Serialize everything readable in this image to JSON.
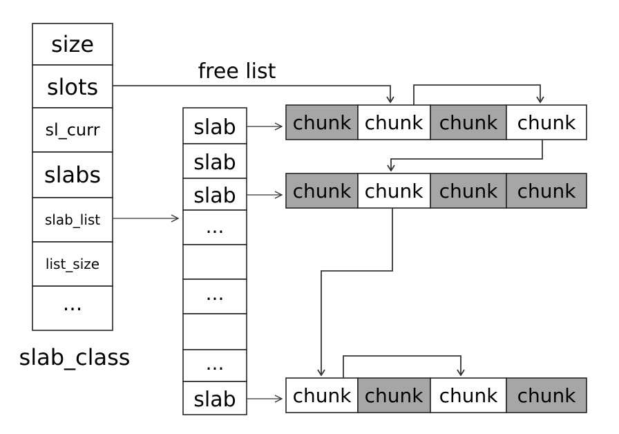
{
  "slab_class": {
    "title": "slab_class",
    "fields": [
      {
        "label": "size"
      },
      {
        "label": "slots"
      },
      {
        "label": "sl_curr"
      },
      {
        "label": "slabs"
      },
      {
        "label": "slab_list"
      },
      {
        "label": "list_size"
      },
      {
        "label": "..."
      }
    ]
  },
  "free_list_label": "free list",
  "slab_list": {
    "cells": [
      {
        "label": "slab"
      },
      {
        "label": "slab"
      },
      {
        "label": "slab"
      },
      {
        "label": "..."
      },
      {
        "label": ""
      },
      {
        "label": "..."
      },
      {
        "label": ""
      },
      {
        "label": "..."
      },
      {
        "label": "slab"
      }
    ]
  },
  "chunk_rows": [
    {
      "chunks": [
        {
          "label": "chunk",
          "state": "used"
        },
        {
          "label": "chunk",
          "state": "free"
        },
        {
          "label": "chunk",
          "state": "used"
        },
        {
          "label": "chunk",
          "state": "free"
        }
      ]
    },
    {
      "chunks": [
        {
          "label": "chunk",
          "state": "used"
        },
        {
          "label": "chunk",
          "state": "free"
        },
        {
          "label": "chunk",
          "state": "used"
        },
        {
          "label": "chunk",
          "state": "used"
        }
      ]
    },
    {
      "chunks": [
        {
          "label": "chunk",
          "state": "free"
        },
        {
          "label": "chunk",
          "state": "used"
        },
        {
          "label": "chunk",
          "state": "free"
        },
        {
          "label": "chunk",
          "state": "used"
        }
      ]
    }
  ]
}
